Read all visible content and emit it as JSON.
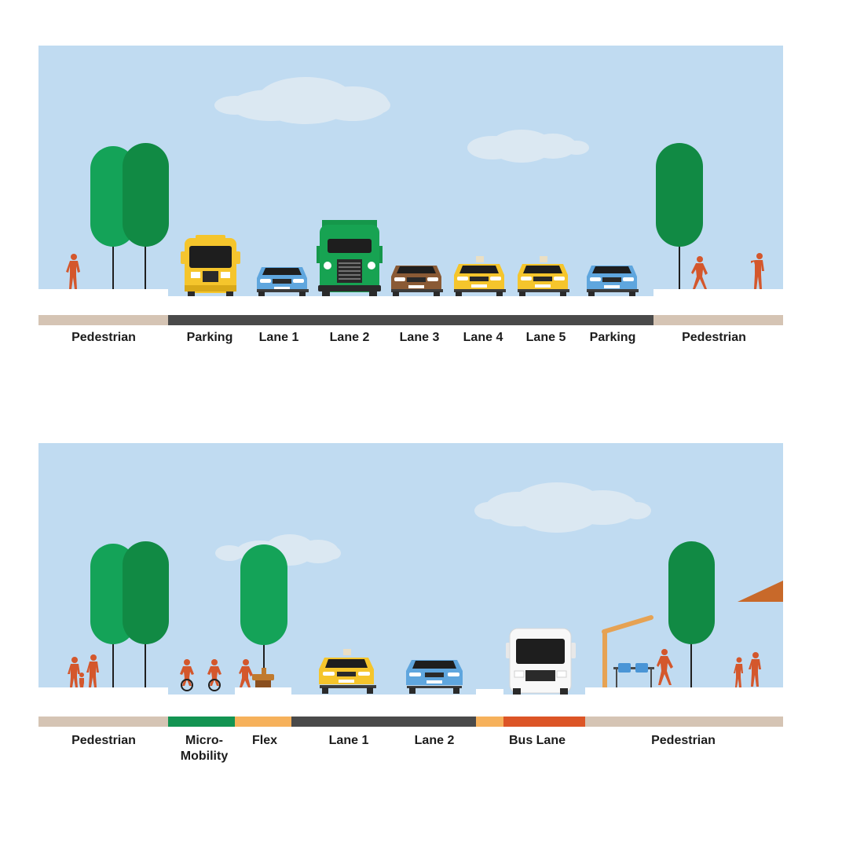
{
  "diagrams": {
    "before": {
      "labels": {
        "pedestrian_left": "Pedestrian",
        "parking_left": "Parking",
        "lane1": "Lane 1",
        "lane2": "Lane 2",
        "lane3": "Lane 3",
        "lane4": "Lane 4",
        "lane5": "Lane 5",
        "parking_right": "Parking",
        "pedestrian_right": "Pedestrian"
      }
    },
    "after": {
      "labels": {
        "pedestrian_left": "Pedestrian",
        "micromobility": "Micro-\nMobility",
        "flex": "Flex",
        "lane1": "Lane 1",
        "lane2": "Lane 2",
        "bus_lane": "Bus Lane",
        "pedestrian_right": "Pedestrian"
      }
    }
  },
  "colors": {
    "sky": "#c0dbf1",
    "pedestrian_zone": "#d5c4b4",
    "travel_lane": "#4a4a4a",
    "micromobility": "#139452",
    "flex": "#f6b15b",
    "bus_lane": "#dc5526",
    "people": "#d4572c",
    "tree_light": "#14a358",
    "tree_dark": "#118a44"
  }
}
